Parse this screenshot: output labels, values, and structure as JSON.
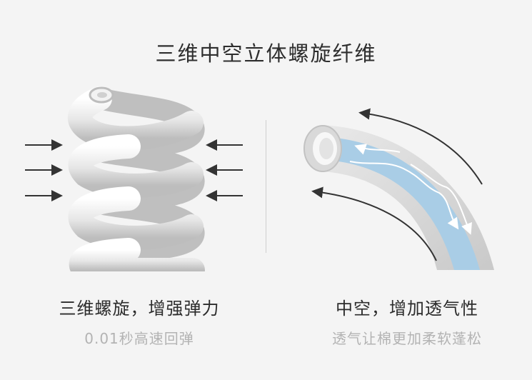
{
  "title": "三维中空立体螺旋纤维",
  "left": {
    "caption": "三维螺旋，增强弹力",
    "sub": "0.01秒高速回弹"
  },
  "right": {
    "caption": "中空，增加透气性",
    "sub": "透气让棉更加柔软蓬松"
  },
  "colors": {
    "background": "#f4f4f4",
    "fiber_inner": "#a9cde6",
    "fiber_outer": "#d9d9d9",
    "text_dark": "#2c2c2c",
    "text_light": "#b3b3b3"
  }
}
